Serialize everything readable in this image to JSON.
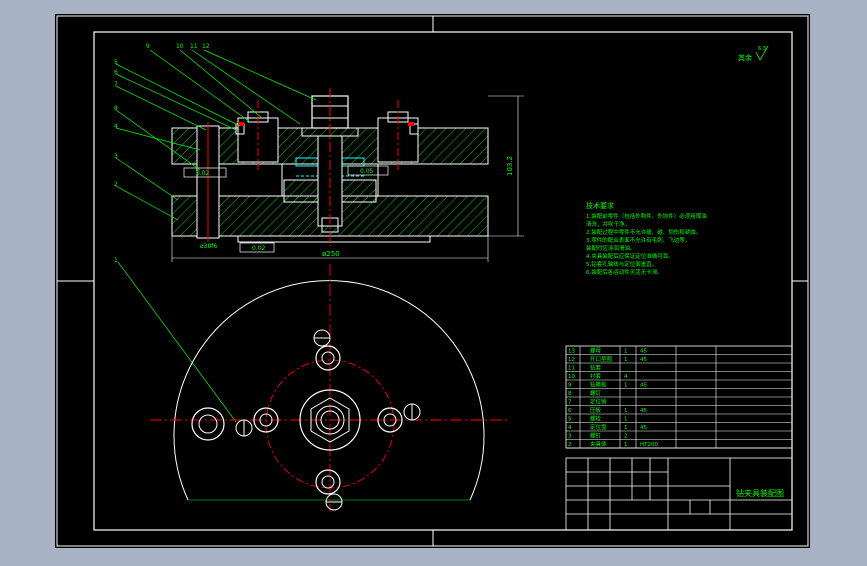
{
  "drawing": {
    "title_block_name": "钻夹具装配图",
    "roughness_mark": "其余",
    "roughness_value": "6.3",
    "dim_total_height": "103.2",
    "dim_diameter": "ø250",
    "dim_inner": "ø38f6",
    "tolerance_left": "0.02",
    "tolerance_mid": "0.02",
    "tolerance_right": "0.05",
    "balloons": [
      "9",
      "10",
      "11",
      "12",
      "5",
      "6",
      "7",
      "8",
      "4",
      "3",
      "2",
      "1"
    ]
  },
  "tech_req": {
    "heading": "技术要求",
    "lines": [
      "1.装配前零件（包括外购件、外协件）必须用煤油",
      "  清洗，并吹干净。",
      "2.装配过程中零件不允许磕、碰、划伤和锈蚀。",
      "3.零件的配合表面不允许有毛刺、飞边等，",
      "  装配时应涂润滑油。",
      "4.夹具装配后应保证定位准确可靠。",
      "5.钻套孔轴线与定位面垂直。",
      "6.装配后各运动件灵活无卡滞。"
    ]
  },
  "parts_list": {
    "rows": [
      {
        "no": "13",
        "name": "螺母",
        "qty": "1",
        "mat": "45"
      },
      {
        "no": "12",
        "name": "开口垫圈",
        "qty": "1",
        "mat": "45"
      },
      {
        "no": "11",
        "name": "钻套",
        "qty": "",
        "mat": ""
      },
      {
        "no": "10",
        "name": "衬套",
        "qty": "4",
        "mat": ""
      },
      {
        "no": "9",
        "name": "钻模板",
        "qty": "1",
        "mat": "45"
      },
      {
        "no": "8",
        "name": "螺钉",
        "qty": "",
        "mat": ""
      },
      {
        "no": "7",
        "name": "定位销",
        "qty": "",
        "mat": ""
      },
      {
        "no": "6",
        "name": "压板",
        "qty": "1",
        "mat": "45"
      },
      {
        "no": "5",
        "name": "螺栓",
        "qty": "1",
        "mat": ""
      },
      {
        "no": "4",
        "name": "定位盘",
        "qty": "1",
        "mat": "45"
      },
      {
        "no": "3",
        "name": "螺钉",
        "qty": "2",
        "mat": ""
      },
      {
        "no": "2",
        "name": "夹具体",
        "qty": "1",
        "mat": "HT200"
      }
    ]
  },
  "colors": {
    "bg_outer": "#a7b3c4",
    "paper": "#000000",
    "line": "#ffffff",
    "text": "#00ff00",
    "center": "#ff0000",
    "hatch": "#00ff00",
    "cyan": "#00ffff"
  }
}
